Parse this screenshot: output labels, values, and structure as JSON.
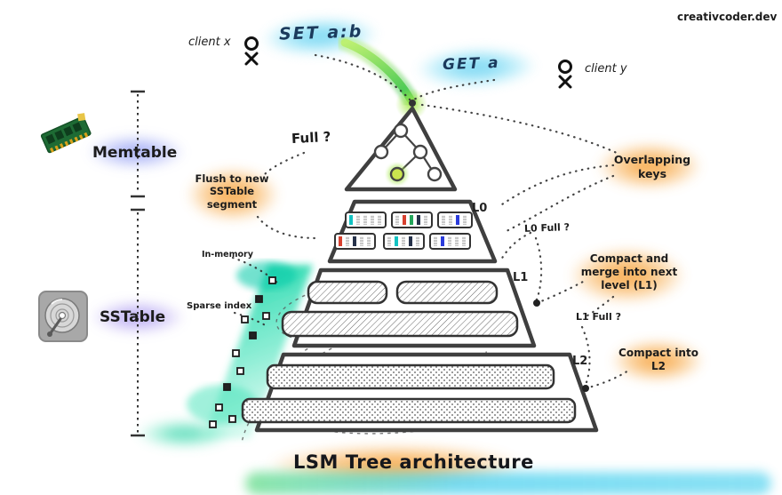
{
  "brand": "creativcoder.dev",
  "clients": {
    "x_label": "client x",
    "y_label": "client y",
    "set_command": "SET a:b",
    "get_command": "GET a"
  },
  "memory_panel": {
    "memtable": "Memtable",
    "sstable": "SSTable"
  },
  "levels": {
    "l0": "L0",
    "l1": "L1",
    "l2": "L2"
  },
  "annotations": {
    "full": "Full ?",
    "flush": "Flush to new SSTable segment",
    "overlapping_keys": "Overlapping keys",
    "l0_full": "L0 Full ?",
    "compact_merge": "Compact and merge into next level (L1)",
    "l1_full": "L1 Full ?",
    "compact_l2": "Compact into L2",
    "in_memory": "In-memory",
    "sparse_index": "Sparse index"
  },
  "title": "LSM Tree architecture",
  "colors": {
    "highlight_cyan": "#54cdf0",
    "highlight_orange": "#f6951f",
    "highlight_purple": "#8d99f3",
    "flow_green": "#7ed957",
    "band_teal": "#00c9a7",
    "stroke_dark": "#3a3a3a",
    "segment_teal": "#12c2c2",
    "segment_red": "#d7402f",
    "segment_green": "#23a55a",
    "segment_blue": "#2b3cdb",
    "node_highlight": "#cbe54e"
  }
}
